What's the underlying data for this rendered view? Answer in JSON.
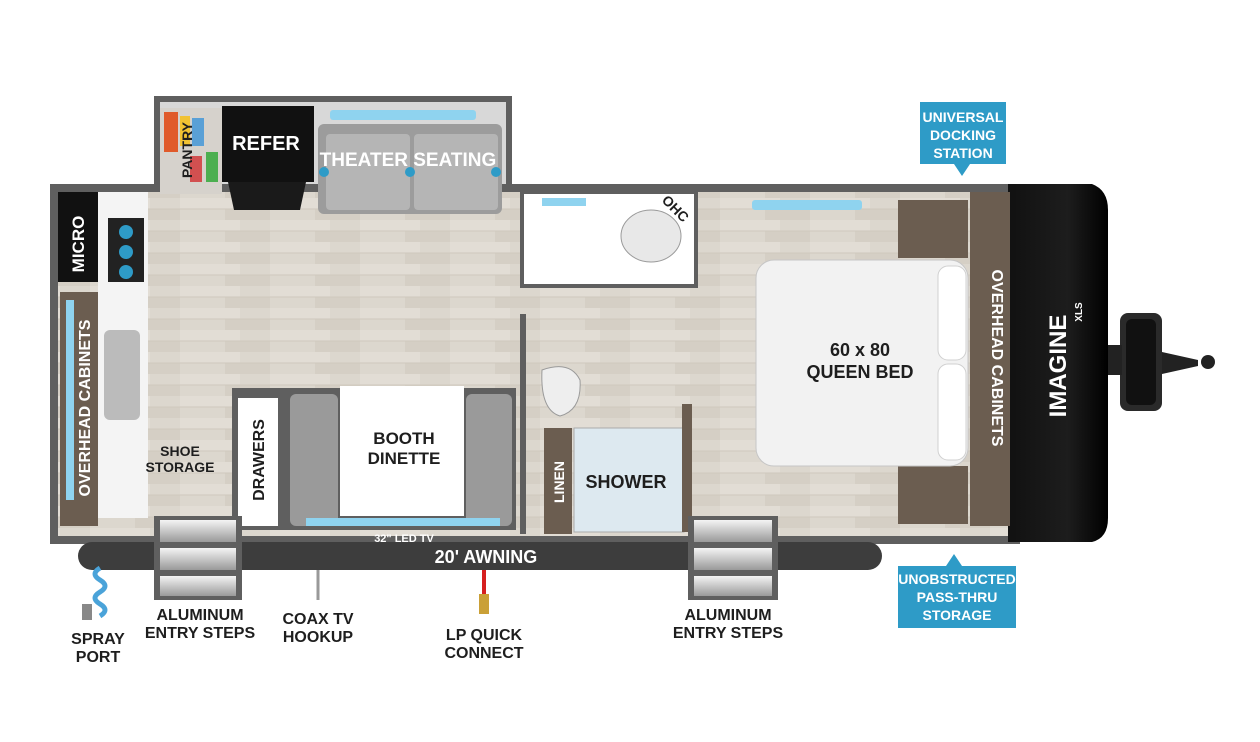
{
  "brand": {
    "logo_text": "IMAGINE",
    "logo_suffix": "XLS"
  },
  "rooms": {
    "pantry": "PANTRY",
    "refer": "REFER",
    "theater_seating": "THEATER SEATING",
    "micro": "MICRO",
    "overhead_cabinets_left": "OVERHEAD CABINETS",
    "ohc": "OHC",
    "shoe_storage_line1": "SHOE",
    "shoe_storage_line2": "STORAGE",
    "drawers": "DRAWERS",
    "booth_dinette_line1": "BOOTH",
    "booth_dinette_line2": "DINETTE",
    "led_tv": "32\" LED TV",
    "linen": "LINEN",
    "shower": "SHOWER",
    "queen_bed_line1": "60 x 80",
    "queen_bed_line2": "QUEEN BED",
    "overhead_cabinets_right": "OVERHEAD CABINETS",
    "awning": "20' AWNING"
  },
  "exterior": {
    "spray_port_line1": "SPRAY",
    "spray_port_line2": "PORT",
    "entry_steps_left_line1": "ALUMINUM",
    "entry_steps_left_line2": "ENTRY STEPS",
    "coax_line1": "COAX TV",
    "coax_line2": "HOOKUP",
    "lp_line1": "LP QUICK",
    "lp_line2": "CONNECT",
    "entry_steps_right_line1": "ALUMINUM",
    "entry_steps_right_line2": "ENTRY STEPS"
  },
  "callouts": {
    "docking_line1": "UNIVERSAL",
    "docking_line2": "DOCKING",
    "docking_line3": "STATION",
    "passthru_line1": "UNOBSTRUCTED",
    "passthru_line2": "PASS-THRU",
    "passthru_line3": "STORAGE",
    "callout_color": "#2e9bc7"
  },
  "colors": {
    "wall": "#5f5f5f",
    "floor": "#dcd7ce",
    "awning": "#3d3d3d",
    "bed": "#f2f2f2",
    "cabinet": "#6b5d50",
    "glass": "#8fd3ef",
    "lp_line": "#d62020",
    "spray_hose": "#4aa3d9"
  }
}
